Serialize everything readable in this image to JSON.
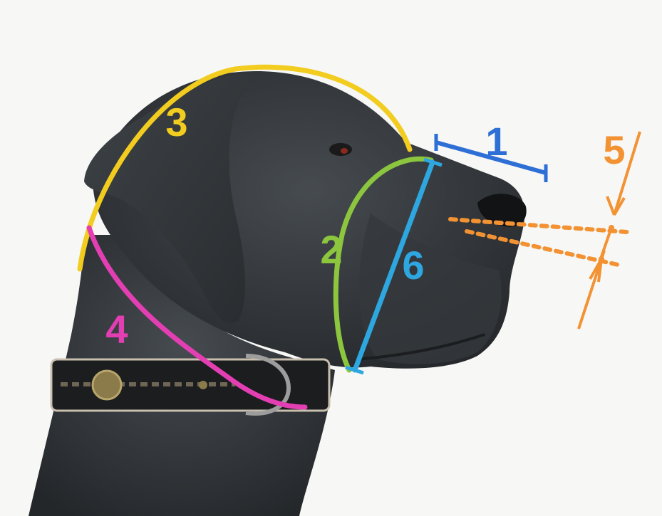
{
  "labels": {
    "m1": "1",
    "m2": "2",
    "m3": "3",
    "m4": "4",
    "m5": "5",
    "m6": "6"
  },
  "colors": {
    "m1": "#2e6fd6",
    "m2": "#8cc63f",
    "m3": "#f2cc1f",
    "m4": "#e33fb3",
    "m5": "#f39233",
    "m6": "#2ea6e0",
    "dog": "#2f3337",
    "collar": "#1c1d1f",
    "background": "#f7f7f5"
  }
}
